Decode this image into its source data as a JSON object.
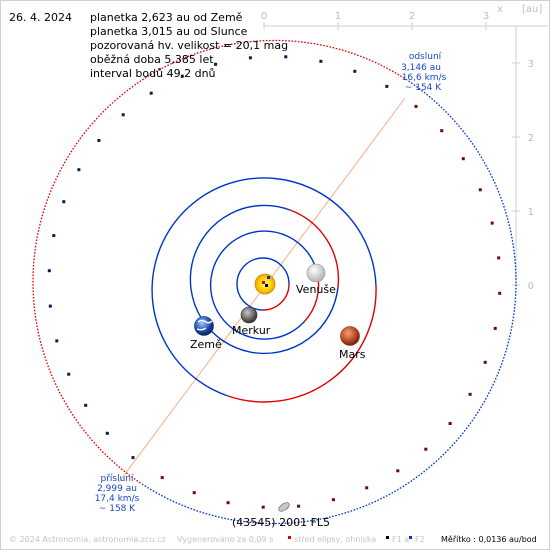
{
  "header": {
    "date": "26. 4. 2024",
    "info_lines": [
      "planetka 2,623 au od Země",
      "planetka 3,015 au od Slunce",
      "pozorovaná hv. velikost = 20,1 mag",
      "oběžná doba 5,385 let",
      "interval bodů 49,2 dnů"
    ]
  },
  "axes": {
    "x_label": "x",
    "unit_label": "[au]",
    "x_ticks": [
      "0",
      "1",
      "2",
      "3"
    ],
    "y_ticks": [
      "3",
      "2",
      "1",
      "0"
    ]
  },
  "aphelion": {
    "lines": [
      "odsluní",
      "3,146 au",
      "16,6 km/s",
      "~ 154 K"
    ]
  },
  "perihelion": {
    "lines": [
      "přísluní",
      "2,999 au",
      "17,4 km/s",
      "~ 158 K"
    ]
  },
  "bodies": {
    "venus": "Venuše",
    "mercury": "Merkur",
    "earth": "Země",
    "mars": "Mars",
    "asteroid": "(43545) 2001 FL5"
  },
  "footer": {
    "copyright": "© 2024 Astronomia, astronomia.zcu.cz",
    "generated": "Vygenerováno za 0,09 s",
    "legend_center": "střed elipsy, ohniska",
    "legend_f1": "F1 a",
    "legend_f2": "F2",
    "scale": "Měřítko : 0,0136 au/bod"
  },
  "colors": {
    "above_ecliptic": "#e00000",
    "below_ecliptic": "#0033cc",
    "apsis_line": "#f4b08a",
    "blue_text": "#1848d0"
  }
}
